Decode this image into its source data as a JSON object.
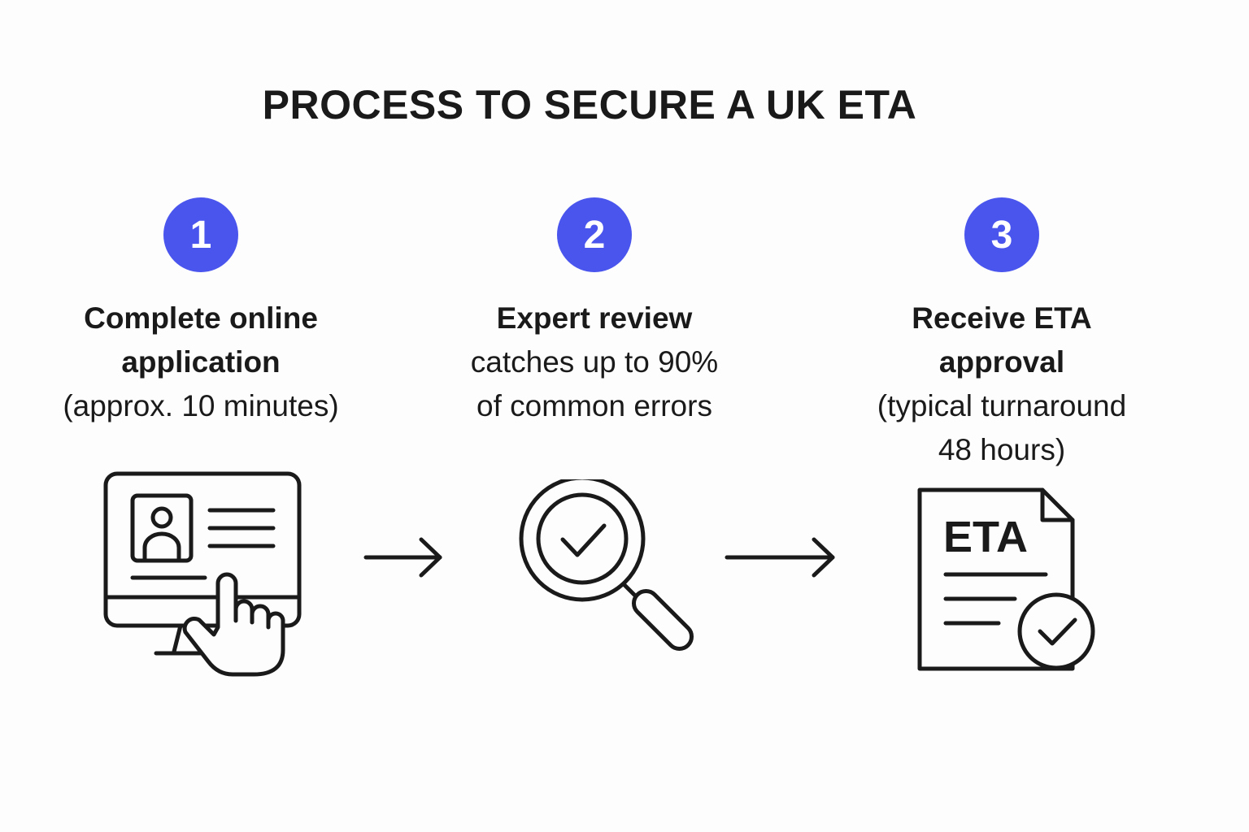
{
  "title": "PROCESS TO SECURE A UK ETA",
  "accent_color": "#4a55ee",
  "steps": [
    {
      "number": "1",
      "heading_line1": "Complete online",
      "heading_line2": "application",
      "note_line1": "(approx. 10 minutes)",
      "note_line2": "",
      "icon": "computer-application-icon"
    },
    {
      "number": "2",
      "heading_line1": "Expert review",
      "heading_line2": "",
      "note_line1": "catches up to 90%",
      "note_line2": "of common errors",
      "icon": "magnifier-check-icon"
    },
    {
      "number": "3",
      "heading_line1": "Receive ETA",
      "heading_line2": "approval",
      "note_line1": "(typical turnaround",
      "note_line2": "48 hours)",
      "icon": "eta-document-approved-icon"
    }
  ],
  "document_label": "ETA"
}
